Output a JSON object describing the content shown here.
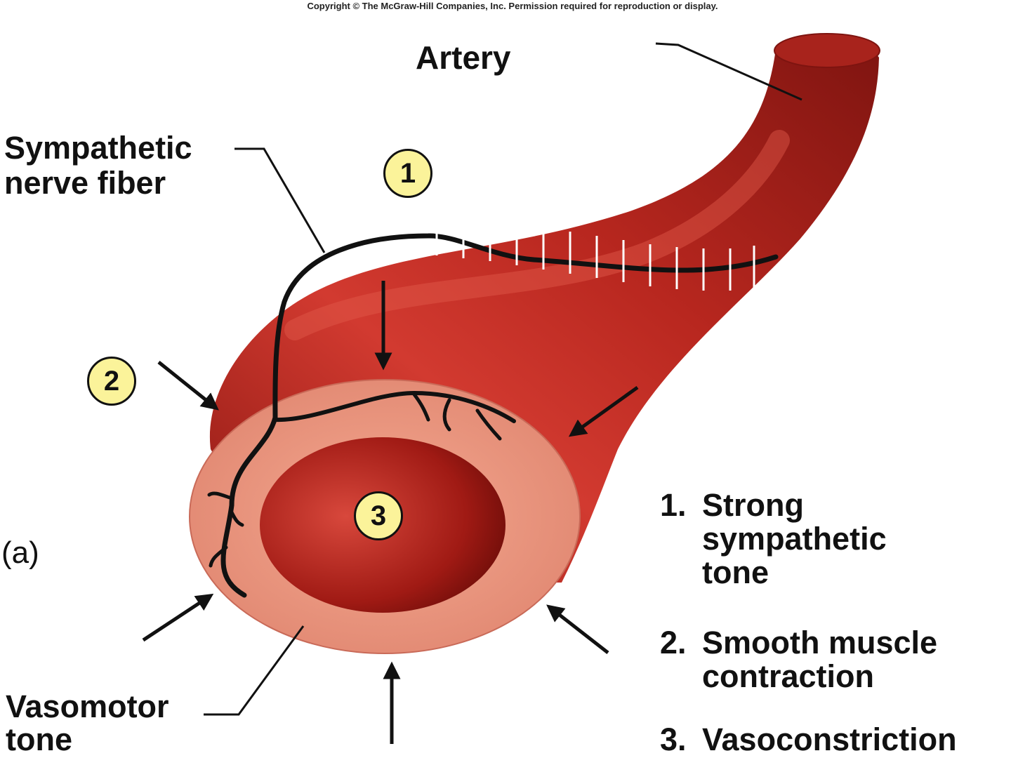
{
  "copyright": "Copyright © The McGraw-Hill Companies, Inc. Permission required for reproduction or display.",
  "labels": {
    "artery": "Artery",
    "sympathetic_line1": "Sympathetic",
    "sympathetic_line2": "nerve fiber",
    "vasomotor_line1": "Vasomotor",
    "vasomotor_line2": "tone",
    "panel": "(a)"
  },
  "badges": [
    "1",
    "2",
    "3"
  ],
  "steps": [
    {
      "number": "1.",
      "lines": [
        "Strong",
        "sympathetic",
        "tone"
      ]
    },
    {
      "number": "2.",
      "lines": [
        "Smooth muscle",
        "contraction"
      ]
    },
    {
      "number": "3.",
      "lines": [
        "Vasoconstriction"
      ]
    }
  ],
  "colors": {
    "vessel": "#c8302a",
    "vessel_dark": "#7e1410",
    "cross_section": "#ee9480",
    "lumen": "#a01a14",
    "badge": "#fbf39a",
    "ink": "#111111"
  }
}
